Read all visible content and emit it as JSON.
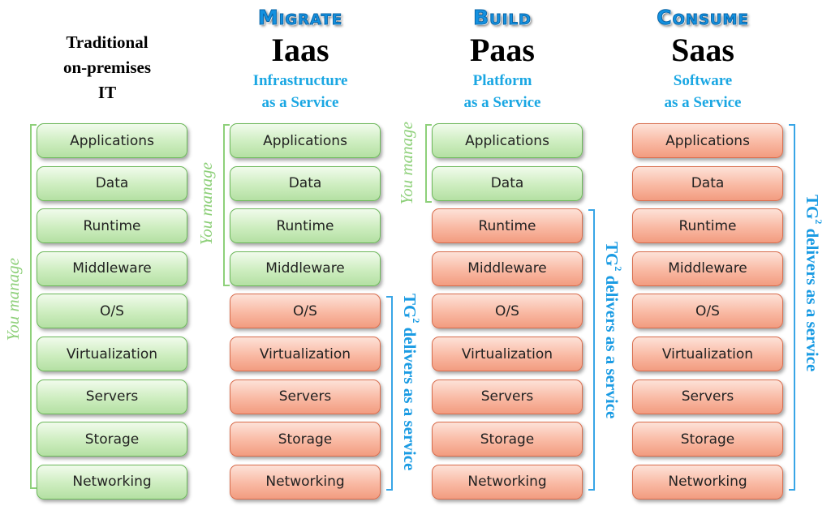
{
  "columns": [
    {
      "id": "traditional",
      "badge": "",
      "title_lines": [
        "Traditional",
        "on-premises",
        "IT"
      ],
      "subtitle_lines": [],
      "layers": [
        {
          "label": "Applications",
          "managed_by": "you"
        },
        {
          "label": "Data",
          "managed_by": "you"
        },
        {
          "label": "Runtime",
          "managed_by": "you"
        },
        {
          "label": "Middleware",
          "managed_by": "you"
        },
        {
          "label": "O/S",
          "managed_by": "you"
        },
        {
          "label": "Virtualization",
          "managed_by": "you"
        },
        {
          "label": "Servers",
          "managed_by": "you"
        },
        {
          "label": "Storage",
          "managed_by": "you"
        },
        {
          "label": "Networking",
          "managed_by": "you"
        }
      ],
      "you_manage_label": "You manage",
      "delivers_label_pre": "",
      "delivers_label_sup": "",
      "delivers_label_post": ""
    },
    {
      "id": "iaas",
      "badge": "Migrate",
      "title": "Iaas",
      "subtitle_lines": [
        "Infrastructure",
        "as a Service"
      ],
      "layers": [
        {
          "label": "Applications",
          "managed_by": "you"
        },
        {
          "label": "Data",
          "managed_by": "you"
        },
        {
          "label": "Runtime",
          "managed_by": "you"
        },
        {
          "label": "Middleware",
          "managed_by": "you"
        },
        {
          "label": "O/S",
          "managed_by": "provider"
        },
        {
          "label": "Virtualization",
          "managed_by": "provider"
        },
        {
          "label": "Servers",
          "managed_by": "provider"
        },
        {
          "label": "Storage",
          "managed_by": "provider"
        },
        {
          "label": "Networking",
          "managed_by": "provider"
        }
      ],
      "you_manage_label": "You manage",
      "delivers_label_pre": "TG",
      "delivers_label_sup": "2",
      "delivers_label_post": " delivers as a service"
    },
    {
      "id": "paas",
      "badge": "Build",
      "title": "Paas",
      "subtitle_lines": [
        "Platform",
        "as a Service"
      ],
      "layers": [
        {
          "label": "Applications",
          "managed_by": "you"
        },
        {
          "label": "Data",
          "managed_by": "you"
        },
        {
          "label": "Runtime",
          "managed_by": "provider"
        },
        {
          "label": "Middleware",
          "managed_by": "provider"
        },
        {
          "label": "O/S",
          "managed_by": "provider"
        },
        {
          "label": "Virtualization",
          "managed_by": "provider"
        },
        {
          "label": "Servers",
          "managed_by": "provider"
        },
        {
          "label": "Storage",
          "managed_by": "provider"
        },
        {
          "label": "Networking",
          "managed_by": "provider"
        }
      ],
      "you_manage_label": "You manage",
      "delivers_label_pre": "TG",
      "delivers_label_sup": "2",
      "delivers_label_post": " delivers as a service"
    },
    {
      "id": "saas",
      "badge": "Consume",
      "title": "Saas",
      "subtitle_lines": [
        "Software",
        "as a Service"
      ],
      "layers": [
        {
          "label": "Applications",
          "managed_by": "provider"
        },
        {
          "label": "Data",
          "managed_by": "provider"
        },
        {
          "label": "Runtime",
          "managed_by": "provider"
        },
        {
          "label": "Middleware",
          "managed_by": "provider"
        },
        {
          "label": "O/S",
          "managed_by": "provider"
        },
        {
          "label": "Virtualization",
          "managed_by": "provider"
        },
        {
          "label": "Servers",
          "managed_by": "provider"
        },
        {
          "label": "Storage",
          "managed_by": "provider"
        },
        {
          "label": "Networking",
          "managed_by": "provider"
        }
      ],
      "you_manage_label": "",
      "delivers_label_pre": "TG",
      "delivers_label_sup": "2",
      "delivers_label_post": " delivers as a service"
    }
  ],
  "colors": {
    "you_manage": "#8ed07a",
    "provider": "#1a9be3",
    "badge": "#1391e0",
    "subtitle": "#1aa7e3",
    "green_box": "#cdedbf",
    "orange_box": "#f9b9a3"
  }
}
